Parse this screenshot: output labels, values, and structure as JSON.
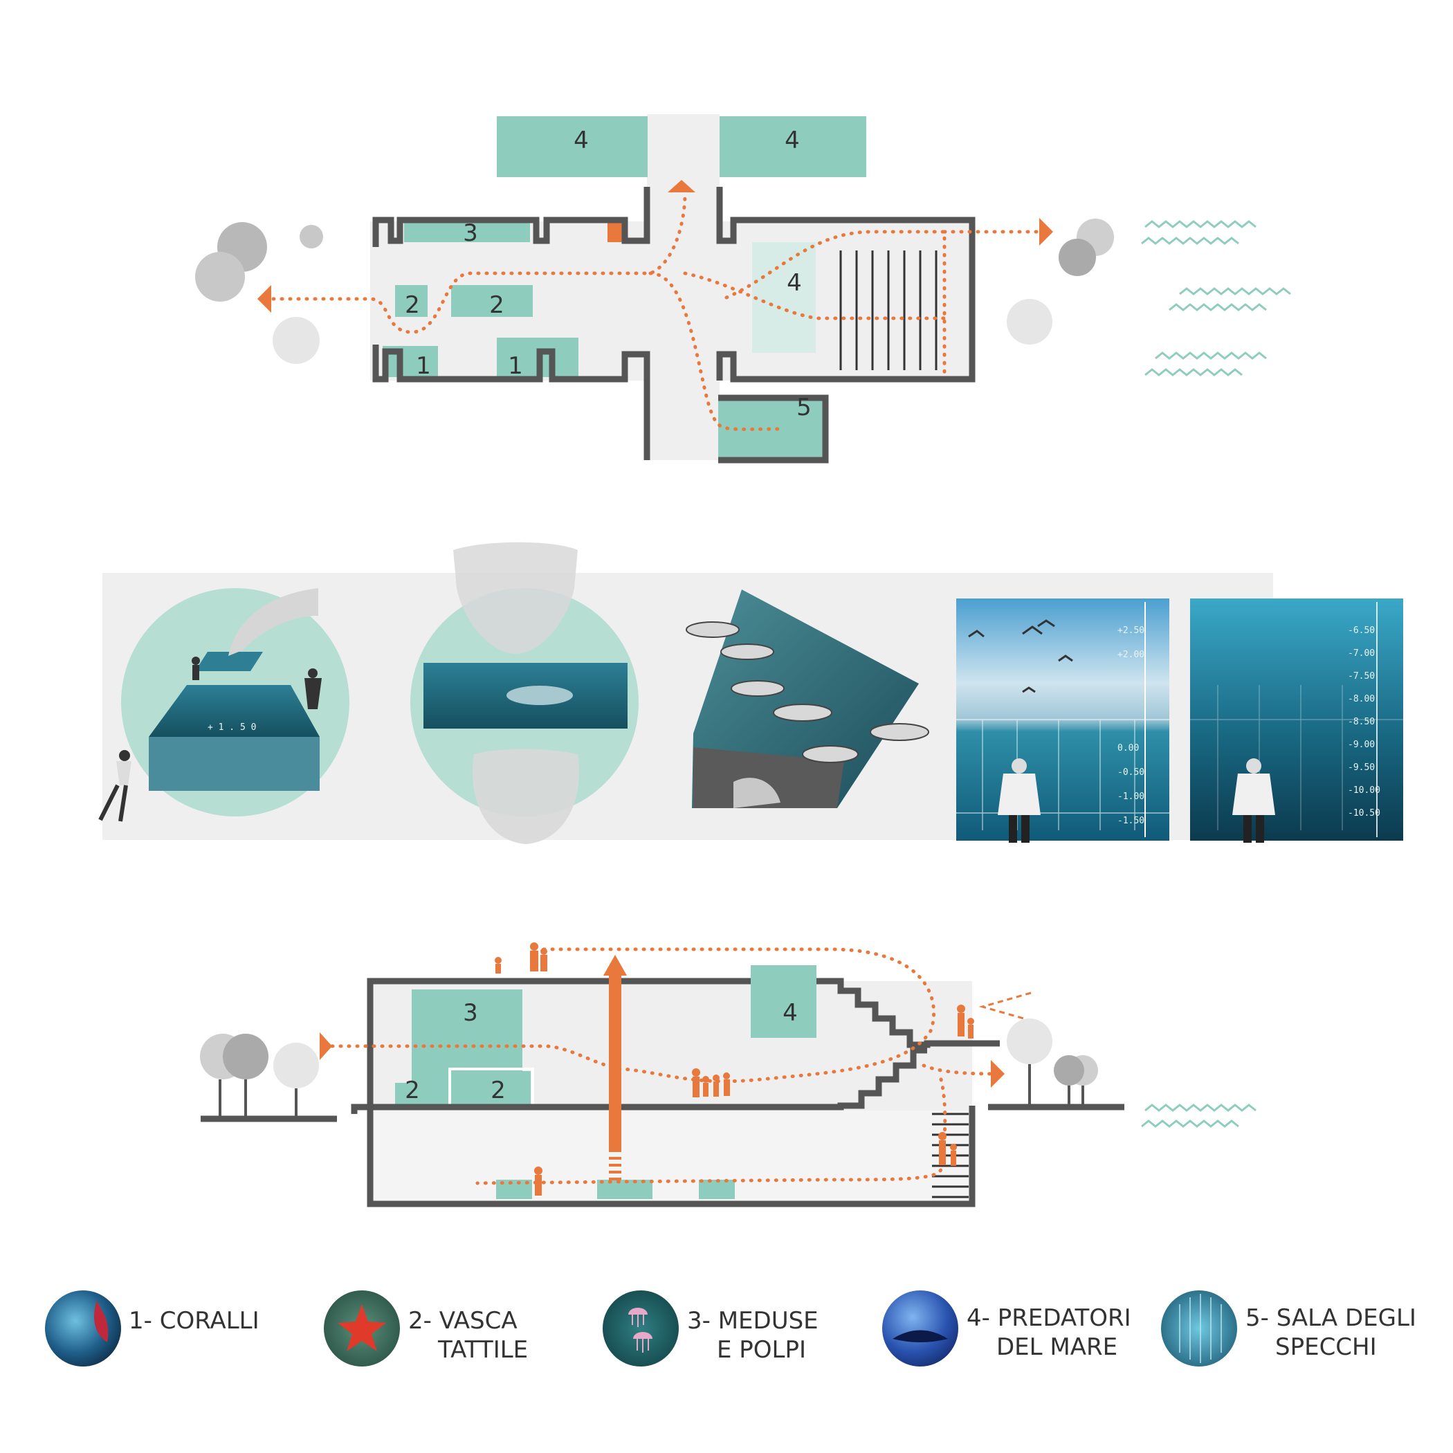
{
  "plan": {
    "zones": [
      "4",
      "4",
      "3",
      "4",
      "2",
      "2",
      "1",
      "1",
      "5"
    ]
  },
  "section": {
    "zones": [
      "3",
      "4",
      "2",
      "2"
    ]
  },
  "photos": {
    "cube_scale": "+ 1 . 5 0",
    "panel_sky_scale": [
      "+2.50",
      "+2.00",
      "0.00",
      "-0.50",
      "-1.00",
      "-1.50"
    ],
    "panel_deep_scale": [
      "-6.50",
      "-7.00",
      "-7.50",
      "-8.00",
      "-8.50",
      "-9.00",
      "-9.50",
      "-10.00",
      "-10.50"
    ]
  },
  "legend": {
    "items": [
      {
        "line1": "1- CORALLI",
        "line2": "",
        "color": "#2f6f8a"
      },
      {
        "line1": "2- VASCA",
        "line2": "TATTILE",
        "color": "#3f7c6f"
      },
      {
        "line1": "3- MEDUSE",
        "line2": "E POLPI",
        "color": "#1f5c5e"
      },
      {
        "line1": "4- PREDATORI",
        "line2": "DEL MARE",
        "color": "#2a4f9a"
      },
      {
        "line1": "5- SALA DEGLI",
        "line2": "SPECCHI",
        "color": "#2a6f8c"
      }
    ]
  },
  "colors": {
    "accent": "#e8783b",
    "teal": "#8ecdbd",
    "wall": "#555555",
    "floor": "#efefef"
  }
}
